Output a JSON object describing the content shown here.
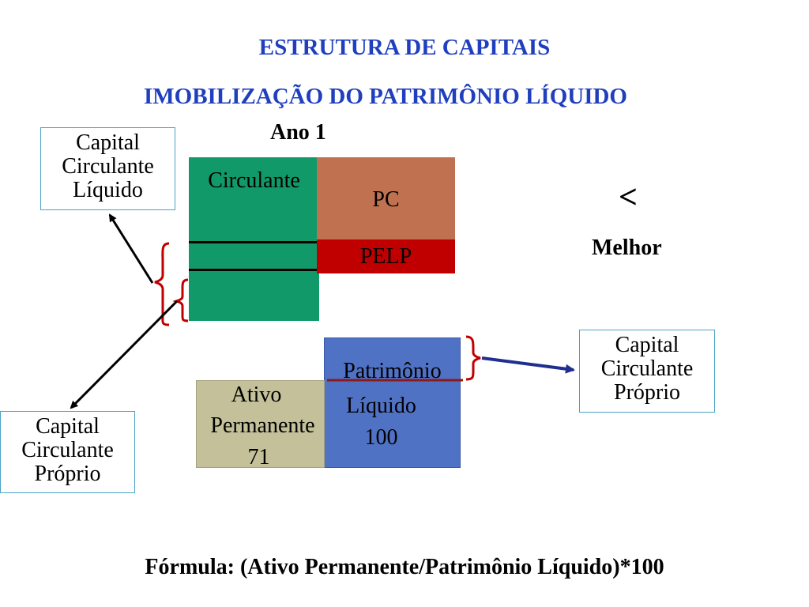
{
  "title": {
    "line1": "ESTRUTURA DE CAPITAIS",
    "line2": "IMOBILIZAÇÃO DO PATRIMÔNIO LÍQUIDO"
  },
  "year_label": "Ano 1",
  "labels": {
    "ccl": [
      "Capital",
      "Circulante",
      "Líquido"
    ],
    "ccp_left": [
      "Capital",
      "Circulante",
      "Próprio"
    ],
    "ccp_right": [
      "Capital",
      "Circulante",
      "Próprio"
    ]
  },
  "blocks": {
    "circulante": "Circulante",
    "pc": "PC",
    "pelp": "PELP",
    "patrimonio": [
      "Patrimônio",
      "Líquido",
      "100"
    ],
    "ativo_permanente": [
      "Ativo",
      "Permanente",
      "71"
    ]
  },
  "comparison": {
    "symbol": "<",
    "label": "Melhor"
  },
  "formula": "Fórmula: (Ativo Permanente/Patrimônio Líquido)*100",
  "colors": {
    "title": "#1f3fbf",
    "circulante": "#12996a",
    "pc": "#c07250",
    "pelp": "#c00000",
    "patrimonio": "#4f72c4",
    "ativo_permanente": "#c3c09a",
    "brace": "#c00000",
    "arrow_right": "#1f2f8f"
  }
}
